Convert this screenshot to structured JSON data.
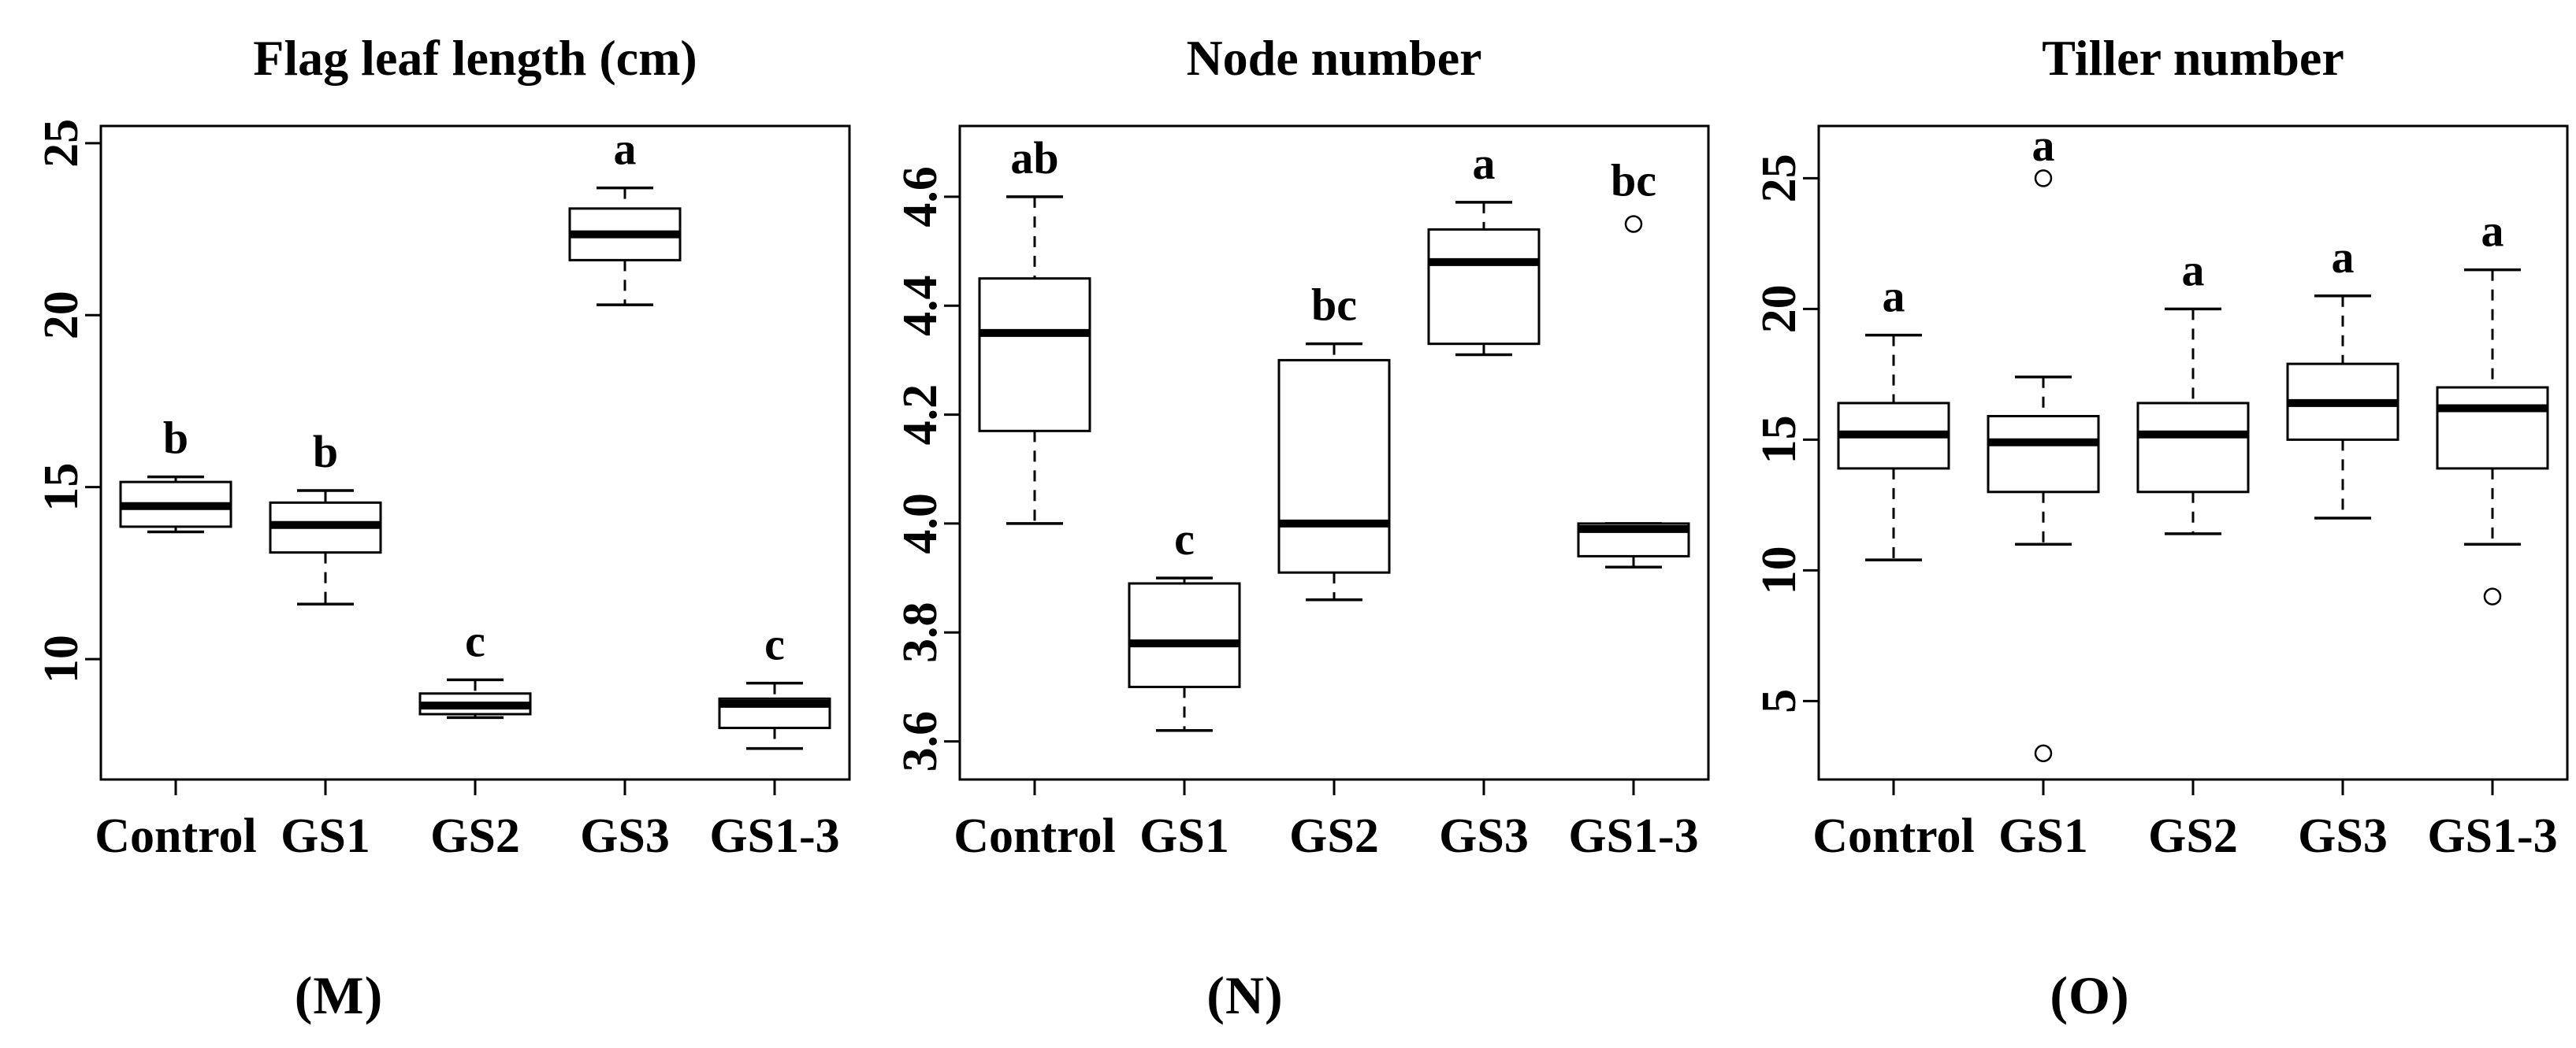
{
  "figure_title": "",
  "chart_data": {
    "type": "boxplot",
    "layout": "three-panel row, white background, black serif text, full box frame, dashed whiskers with end caps, open-circle outliers, significance letters above each box",
    "colors": {
      "foreground": "#000000",
      "background": "#ffffff"
    },
    "panels": [
      {
        "id": "M",
        "panel_label": "(M)",
        "title": "Flag leaf length (cm)",
        "categories": [
          "Control",
          "GS1",
          "GS2",
          "GS3",
          "GS1-3"
        ],
        "ylim": [
          6.5,
          25.5
        ],
        "yticks": [
          {
            "value": 10,
            "label": "10"
          },
          {
            "value": 15,
            "label": "15"
          },
          {
            "value": 20,
            "label": "20"
          },
          {
            "value": 25,
            "label": "25"
          }
        ],
        "boxes": [
          {
            "category": "Control",
            "letter": "b",
            "whisker_low": 13.7,
            "q1": 13.85,
            "median": 14.45,
            "q3": 15.15,
            "whisker_high": 15.3,
            "outliers": []
          },
          {
            "category": "GS1",
            "letter": "b",
            "whisker_low": 11.6,
            "q1": 13.1,
            "median": 13.9,
            "q3": 14.55,
            "whisker_high": 14.9,
            "outliers": []
          },
          {
            "category": "GS2",
            "letter": "c",
            "whisker_low": 8.3,
            "q1": 8.4,
            "median": 8.65,
            "q3": 9.0,
            "whisker_high": 9.4,
            "outliers": []
          },
          {
            "category": "GS3",
            "letter": "a",
            "whisker_low": 20.3,
            "q1": 21.6,
            "median": 22.35,
            "q3": 23.1,
            "whisker_high": 23.7,
            "outliers": []
          },
          {
            "category": "GS1-3",
            "letter": "c",
            "whisker_low": 7.4,
            "q1": 8.0,
            "median": 8.7,
            "q3": 8.85,
            "whisker_high": 9.3,
            "outliers": []
          }
        ]
      },
      {
        "id": "N",
        "panel_label": "(N)",
        "title": "Node number",
        "categories": [
          "Control",
          "GS1",
          "GS2",
          "GS3",
          "GS1-3"
        ],
        "ylim": [
          3.53,
          4.73
        ],
        "yticks": [
          {
            "value": 3.6,
            "label": "3.6"
          },
          {
            "value": 3.8,
            "label": "3.8"
          },
          {
            "value": 4.0,
            "label": "4.0"
          },
          {
            "value": 4.2,
            "label": "4.2"
          },
          {
            "value": 4.4,
            "label": "4.4"
          },
          {
            "value": 4.6,
            "label": "4.6"
          }
        ],
        "boxes": [
          {
            "category": "Control",
            "letter": "ab",
            "whisker_low": 4.0,
            "q1": 4.17,
            "median": 4.35,
            "q3": 4.45,
            "whisker_high": 4.6,
            "outliers": []
          },
          {
            "category": "GS1",
            "letter": "c",
            "whisker_low": 3.62,
            "q1": 3.7,
            "median": 3.78,
            "q3": 3.89,
            "whisker_high": 3.9,
            "outliers": []
          },
          {
            "category": "GS2",
            "letter": "bc",
            "whisker_low": 3.86,
            "q1": 3.91,
            "median": 4.0,
            "q3": 4.3,
            "whisker_high": 4.33,
            "outliers": []
          },
          {
            "category": "GS3",
            "letter": "a",
            "whisker_low": 4.31,
            "q1": 4.33,
            "median": 4.48,
            "q3": 4.54,
            "whisker_high": 4.59,
            "outliers": []
          },
          {
            "category": "GS1-3",
            "letter": "bc",
            "whisker_low": 3.92,
            "q1": 3.94,
            "median": 3.99,
            "q3": 4.0,
            "whisker_high": 4.0,
            "outliers": [
              4.55
            ]
          }
        ]
      },
      {
        "id": "O",
        "panel_label": "(O)",
        "title": "Tiller number",
        "categories": [
          "Control",
          "GS1",
          "GS2",
          "GS3",
          "GS1-3"
        ],
        "ylim": [
          2.0,
          27.0
        ],
        "yticks": [
          {
            "value": 5,
            "label": "5"
          },
          {
            "value": 10,
            "label": "10"
          },
          {
            "value": 15,
            "label": "15"
          },
          {
            "value": 20,
            "label": "20"
          },
          {
            "value": 25,
            "label": "25"
          }
        ],
        "boxes": [
          {
            "category": "Control",
            "letter": "a",
            "whisker_low": 10.4,
            "q1": 13.9,
            "median": 15.2,
            "q3": 16.4,
            "whisker_high": 19.0,
            "outliers": []
          },
          {
            "category": "GS1",
            "letter": "a",
            "whisker_low": 11.0,
            "q1": 13.0,
            "median": 14.9,
            "q3": 15.9,
            "whisker_high": 17.4,
            "outliers": [
              25,
              3
            ]
          },
          {
            "category": "GS2",
            "letter": "a",
            "whisker_low": 11.4,
            "q1": 13.0,
            "median": 15.2,
            "q3": 16.4,
            "whisker_high": 20.0,
            "outliers": []
          },
          {
            "category": "GS3",
            "letter": "a",
            "whisker_low": 12.0,
            "q1": 15.0,
            "median": 16.4,
            "q3": 17.9,
            "whisker_high": 20.5,
            "outliers": []
          },
          {
            "category": "GS1-3",
            "letter": "a",
            "whisker_low": 11.0,
            "q1": 13.9,
            "median": 16.2,
            "q3": 17.0,
            "whisker_high": 21.5,
            "outliers": [
              9
            ]
          }
        ]
      }
    ]
  }
}
